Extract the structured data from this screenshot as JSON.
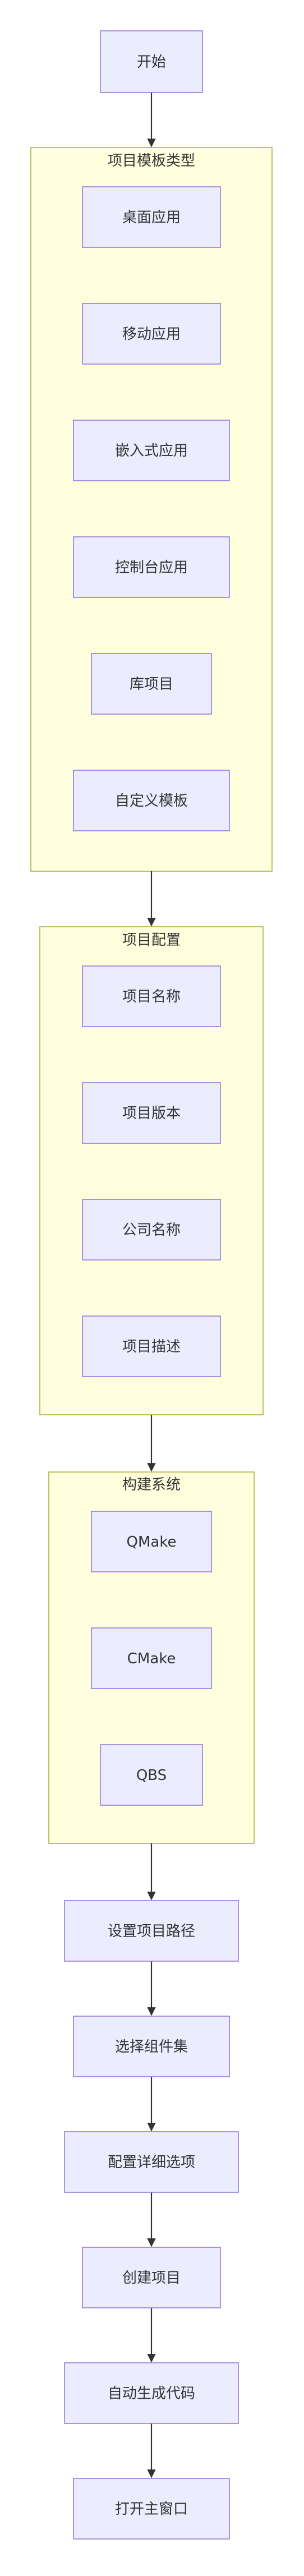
{
  "diagram": {
    "start": "开始",
    "clusters": {
      "project_type": {
        "title": "项目模板类型",
        "items": [
          "桌面应用",
          "移动应用",
          "嵌入式应用",
          "控制台应用",
          "库项目",
          "自定义模板"
        ]
      },
      "project_config": {
        "title": "项目配置",
        "items": [
          "项目名称",
          "项目版本",
          "公司名称",
          "项目描述"
        ]
      },
      "build_system": {
        "title": "构建系统",
        "items": [
          "QMake",
          "CMake",
          "QBS"
        ]
      }
    },
    "steps": [
      "设置项目路径",
      "选择组件集",
      "配置详细选项",
      "创建项目",
      "自动生成代码",
      "打开主窗口"
    ],
    "colors": {
      "node_fill": "#ececff",
      "node_border": "#9370db",
      "cluster_fill": "#ffffde",
      "cluster_border": "#aaaa33",
      "text": "#333333",
      "edge": "#333333"
    }
  }
}
